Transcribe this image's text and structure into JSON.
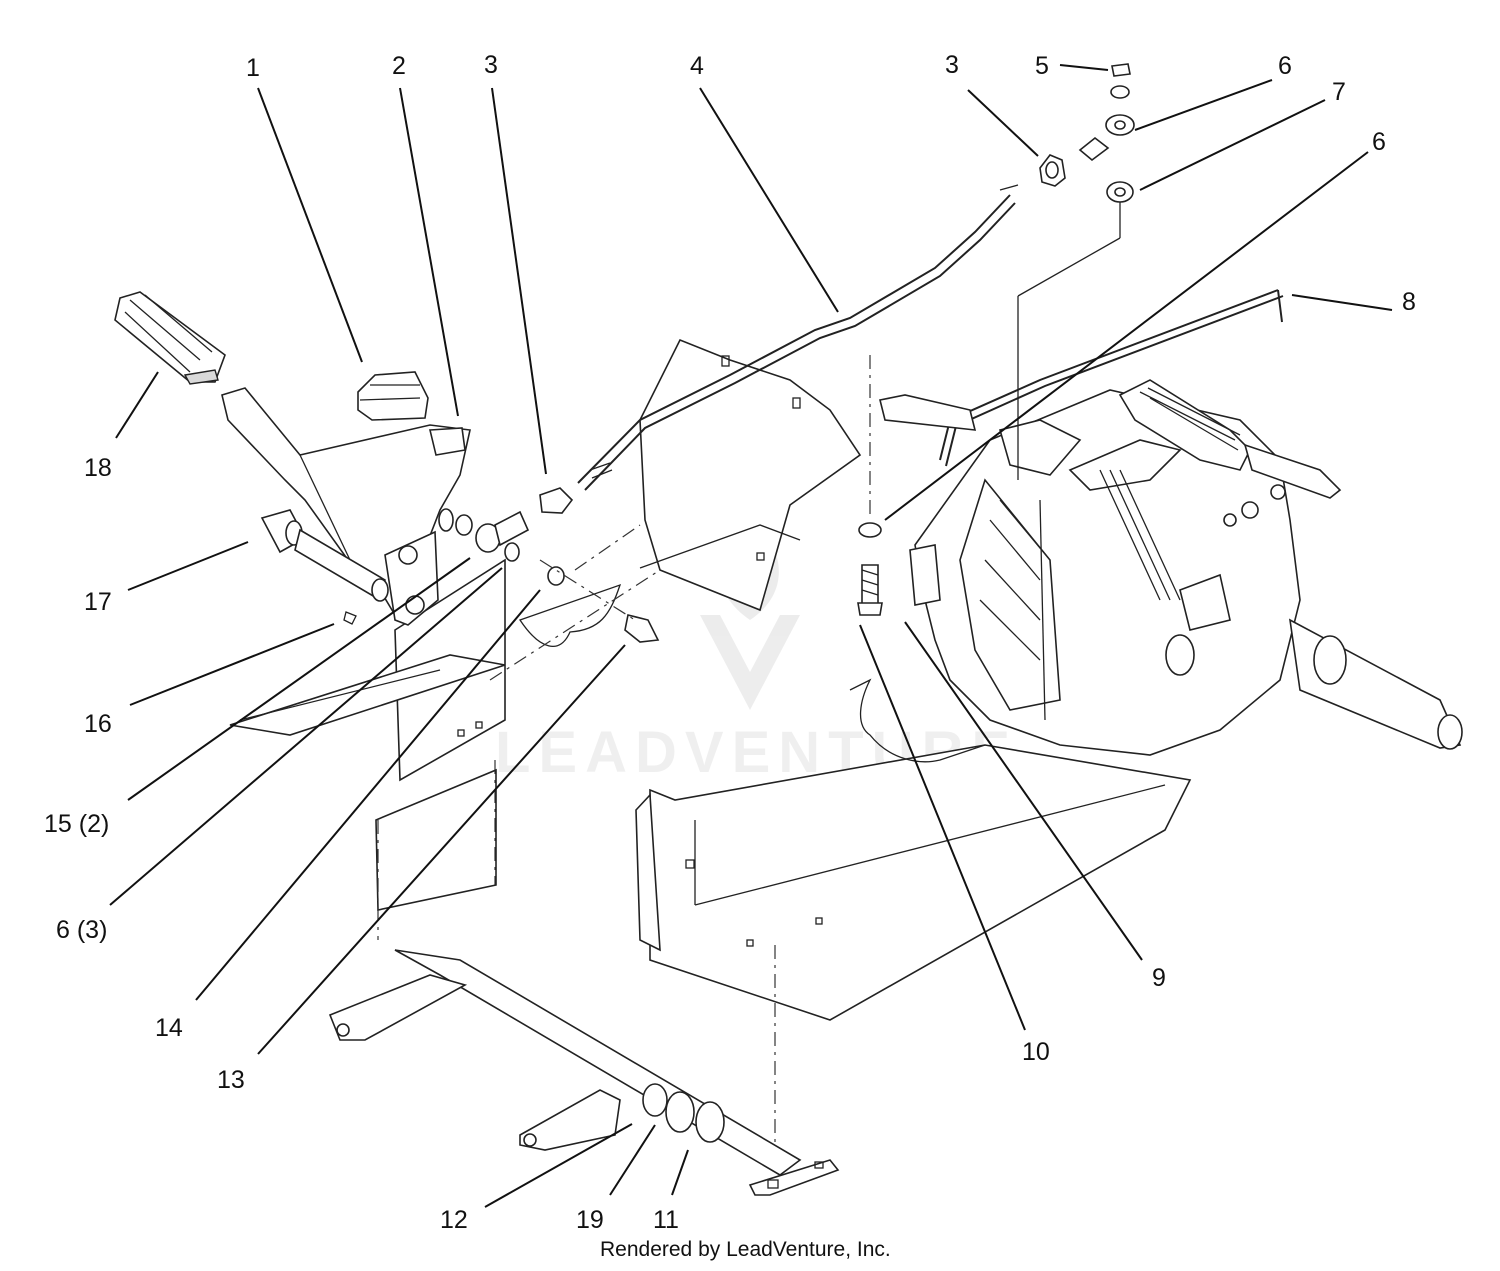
{
  "diagram": {
    "callouts": {
      "c1": "1",
      "c2": "2",
      "c3a": "3",
      "c4": "4",
      "c3b": "3",
      "c5": "5",
      "c6a": "6",
      "c7": "7",
      "c6b": "6",
      "c8": "8",
      "c18": "18",
      "c17": "17",
      "c16": "16",
      "c15": "15 (2)",
      "c6c": "6 (3)",
      "c14": "14",
      "c13": "13",
      "c12": "12",
      "c19": "19",
      "c11": "11",
      "c10": "10",
      "c9": "9"
    },
    "watermark": "LEADVENTURE",
    "footer": "Rendered by LeadVenture, Inc."
  }
}
